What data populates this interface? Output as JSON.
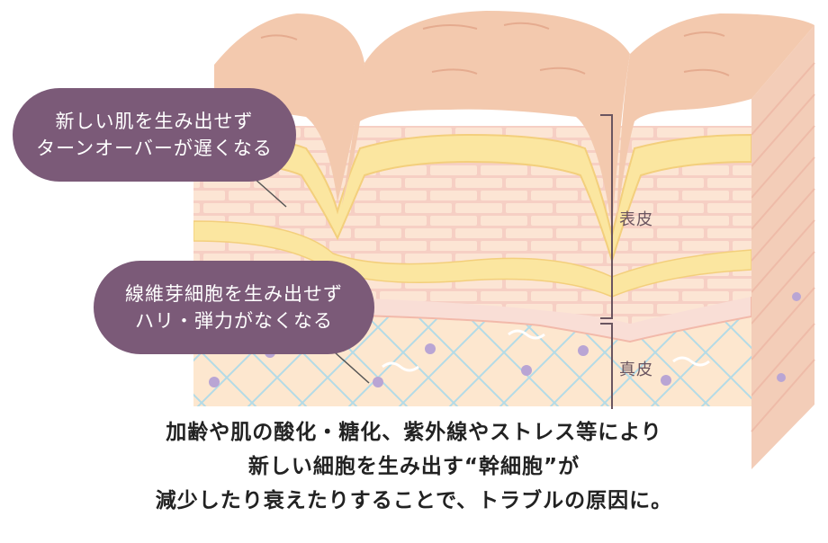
{
  "diagram": {
    "callouts": [
      {
        "lines": [
          "新しい肌を生み出せず",
          "ターンオーバーが遅くなる"
        ]
      },
      {
        "lines": [
          "線維芽細胞を生み出せず",
          "ハリ・弾力がなくなる"
        ]
      }
    ],
    "layer_labels": {
      "epidermis": "表皮",
      "dermis": "真皮"
    },
    "caption_lines": [
      "加齢や肌の酸化・糖化、紫外線やストレス等により",
      "新しい細胞を生み出す“幹細胞”が",
      "減少したり衰えたりすることで、トラブルの原因に。"
    ],
    "colors": {
      "callout_fill": "#7b5a78",
      "skin_surface": "#f3c9ae",
      "epidermis_yellow": "#fbe6a0",
      "epidermis_pink": "#f6cfc4",
      "dermis": "#fde7cf",
      "fiber": "#b3dbe7",
      "cell": "#b9a5d4"
    }
  }
}
